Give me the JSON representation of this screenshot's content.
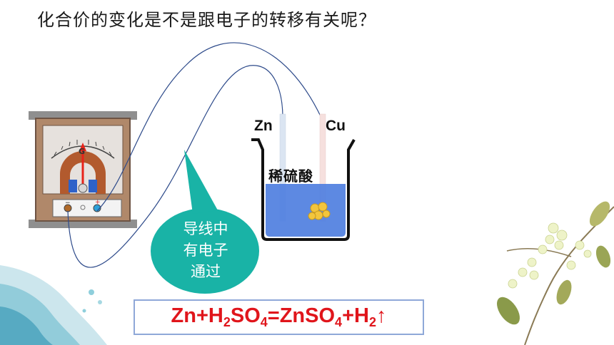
{
  "question": "化合价的变化是不是跟电子的转移有关呢？",
  "electrodes": {
    "zn": "Zn",
    "cu": "Cu"
  },
  "solution_label": "稀硫酸",
  "galvanometer": {
    "dial_letter": "G",
    "minus": "−",
    "plus": "+"
  },
  "callout": {
    "line1": "导线中",
    "line2": "有电子",
    "line3": "通过"
  },
  "equation": {
    "p1": "Zn+H",
    "s1": "2",
    "p2": "SO",
    "s2": "4",
    "p3": "=ZnSO",
    "s3": "4",
    "p4": "+H",
    "s4": "2",
    "p5": "↑"
  },
  "colors": {
    "callout": "#19b3a6",
    "equation_text": "#e0151b",
    "wire": "#2d4a8a",
    "solution": "#4f7fe0"
  }
}
